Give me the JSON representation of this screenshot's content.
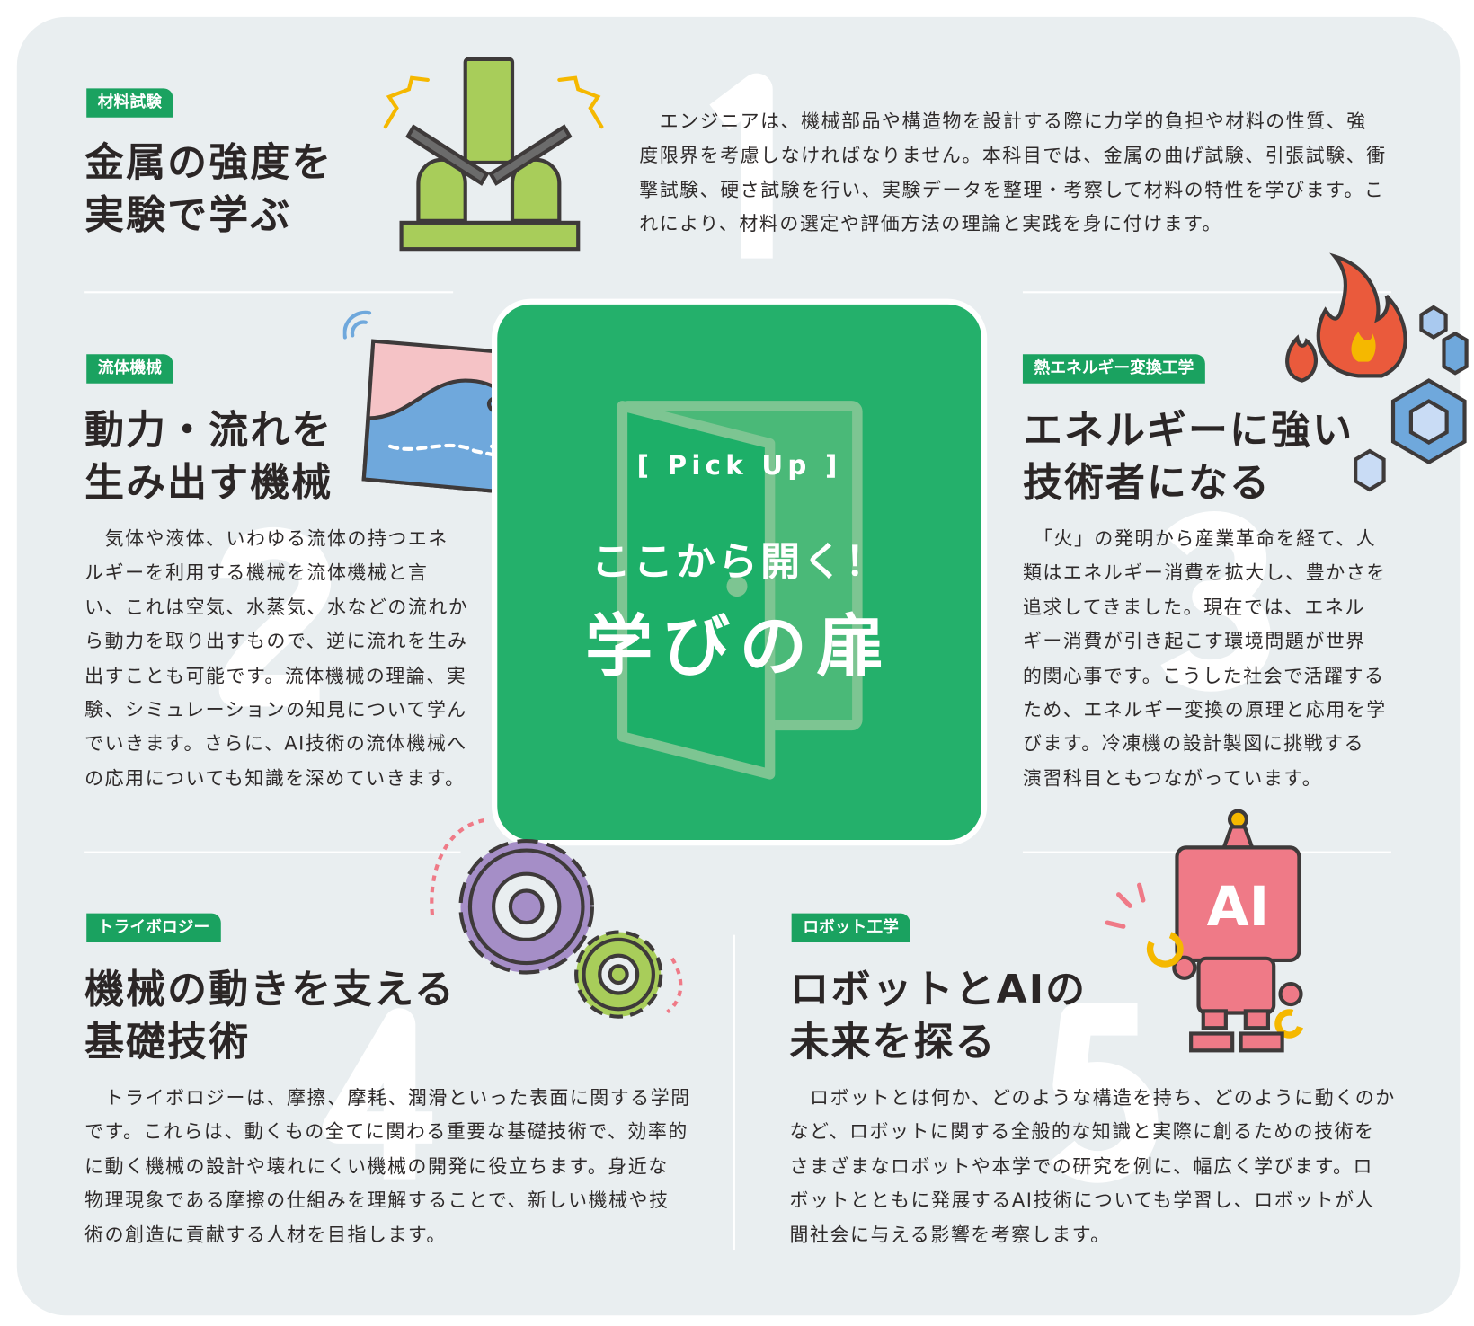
{
  "pickup": {
    "bracket": "[ Pick Up ]",
    "subtitle": "ここから開く！",
    "title": "学びの扉"
  },
  "sections": [
    {
      "number": "1",
      "tag": "材料試験",
      "title": [
        "金属の強度を",
        "実験で学ぶ"
      ],
      "body": [
        "　エンジニアは、機械部品や構造物を設計する際に力学的負担や材料の性質、強",
        "度限界を考慮しなければなりません。本科目では、金属の曲げ試験、引張試験、衝",
        "撃試験、硬さ試験を行い、実験データを整理・考察して材料の特性を学びます。こ",
        "れにより、材料の選定や評価方法の理論と実践を身に付けます。"
      ]
    },
    {
      "number": "2",
      "tag": "流体機械",
      "title": [
        "動力・流れを",
        "生み出す機械"
      ],
      "body": [
        "　気体や液体、いわゆる流体の持つエネ",
        "ルギーを利用する機械を流体機械と言",
        "い、これは空気、水蒸気、水などの流れか",
        "ら動力を取り出すもので、逆に流れを生み",
        "出すことも可能です。流体機械の理論、実",
        "験、シミュレーションの知見について学ん",
        "でいきます。さらに、AI技術の流体機械へ",
        "の応用についても知識を深めていきます。"
      ]
    },
    {
      "number": "3",
      "tag": "熱エネルギー変換工学",
      "title": [
        "エネルギーに強い",
        "技術者になる"
      ],
      "body": [
        "　「火」の発明から産業革命を経て、人",
        "類はエネルギー消費を拡大し、豊かさを",
        "追求してきました。現在では、エネル",
        "ギー消費が引き起こす環境問題が世界",
        "的関心事です。こうした社会で活躍する",
        "ため、エネルギー変換の原理と応用を学",
        "びます。冷凍機の設計製図に挑戦する",
        "演習科目ともつながっています。"
      ]
    },
    {
      "number": "4",
      "tag": "トライボロジー",
      "title": [
        "機械の動きを支える",
        "基礎技術"
      ],
      "body": [
        "　トライボロジーは、摩擦、摩耗、潤滑といった表面に関する学問",
        "です。これらは、動くもの全てに関わる重要な基礎技術で、効率的",
        "に動く機械の設計や壊れにくい機械の開発に役立ちます。身近な",
        "物理現象である摩擦の仕組みを理解することで、新しい機械や技",
        "術の創造に貢献する人材を目指します。"
      ]
    },
    {
      "number": "5",
      "tag": "ロボット工学",
      "title": [
        "ロボットとAIの",
        "未来を探る"
      ],
      "body": [
        "　ロボットとは何か、どのような構造を持ち、どのように動くのか",
        "など、ロボットに関する全般的な知識と実際に創るための技術を",
        "さまざまなロボットや本学での研究を例に、幅広く学びます。ロ",
        "ボットとともに発展するAI技術についても学習し、ロボットが人",
        "間社会に与える影響を考察します。"
      ]
    }
  ],
  "robot_label": "AI",
  "colors": {
    "accent": "#1aa260",
    "pickup_bg": "#24b06b",
    "panel_bg": "#e9eef0",
    "text": "#2e2a2a"
  }
}
